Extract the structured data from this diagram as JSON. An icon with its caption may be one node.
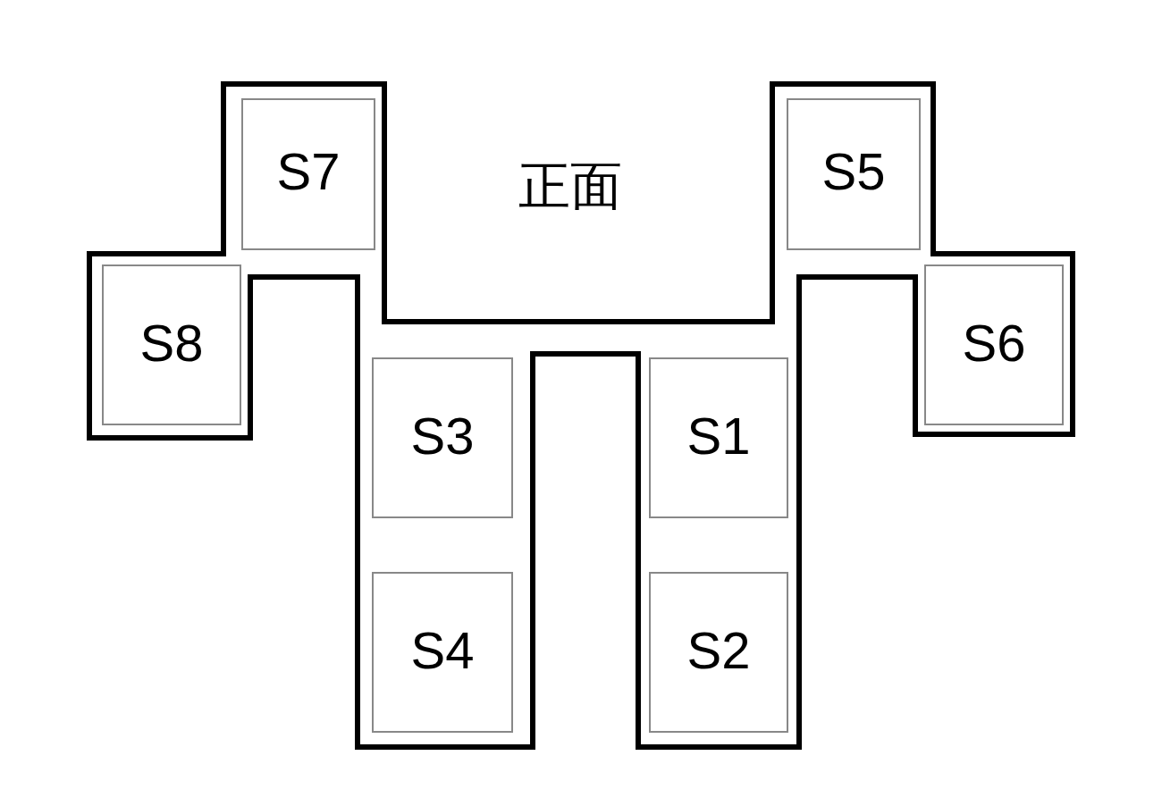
{
  "diagram": {
    "nodes": [
      {
        "text": [
          "S7"
        ]
      },
      {
        "text": [
          "S5"
        ]
      },
      {
        "text": [
          "S8"
        ]
      },
      {
        "text": [
          "S6"
        ]
      },
      {
        "text": [
          "S3"
        ]
      },
      {
        "text": [
          "S1"
        ]
      },
      {
        "text": [
          "S4"
        ]
      },
      {
        "text": [
          "S2"
        ]
      }
    ],
    "labels": [
      "正面"
    ]
  }
}
